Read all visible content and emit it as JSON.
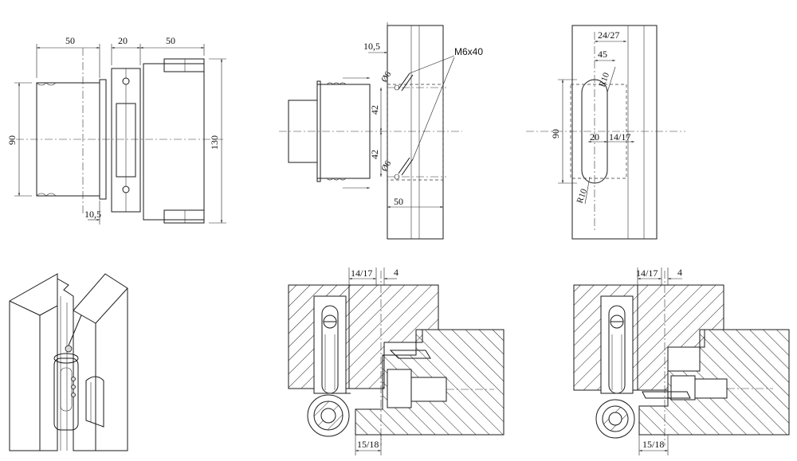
{
  "front_view": {
    "dim_left_width": "50",
    "dim_middle_width": "20",
    "dim_right_width": "50",
    "dim_left_height": "90",
    "dim_right_height": "130",
    "dim_offset": "10,5"
  },
  "mounting_view": {
    "dim_offset": "10,5",
    "screw_label": "M6x40",
    "hole_label_top": "Ø6",
    "hole_label_bottom": "Ø6",
    "dim_upper_spacing": "42",
    "dim_lower_spacing": "42",
    "dim_depth": "50"
  },
  "milling_view": {
    "dim_top": "24/27",
    "dim_offset": "45",
    "radius_top": "R10",
    "radius_bottom": "R10",
    "dim_height": "90",
    "dim_width": "20",
    "dim_depth": "14/17"
  },
  "section_a": {
    "dim_top_gap": "14/17",
    "dim_clearance": "4",
    "dim_bottom_gap": "15/18"
  },
  "section_b": {
    "dim_top_gap": "14/17",
    "dim_clearance": "4",
    "dim_bottom_gap": "15/18"
  }
}
